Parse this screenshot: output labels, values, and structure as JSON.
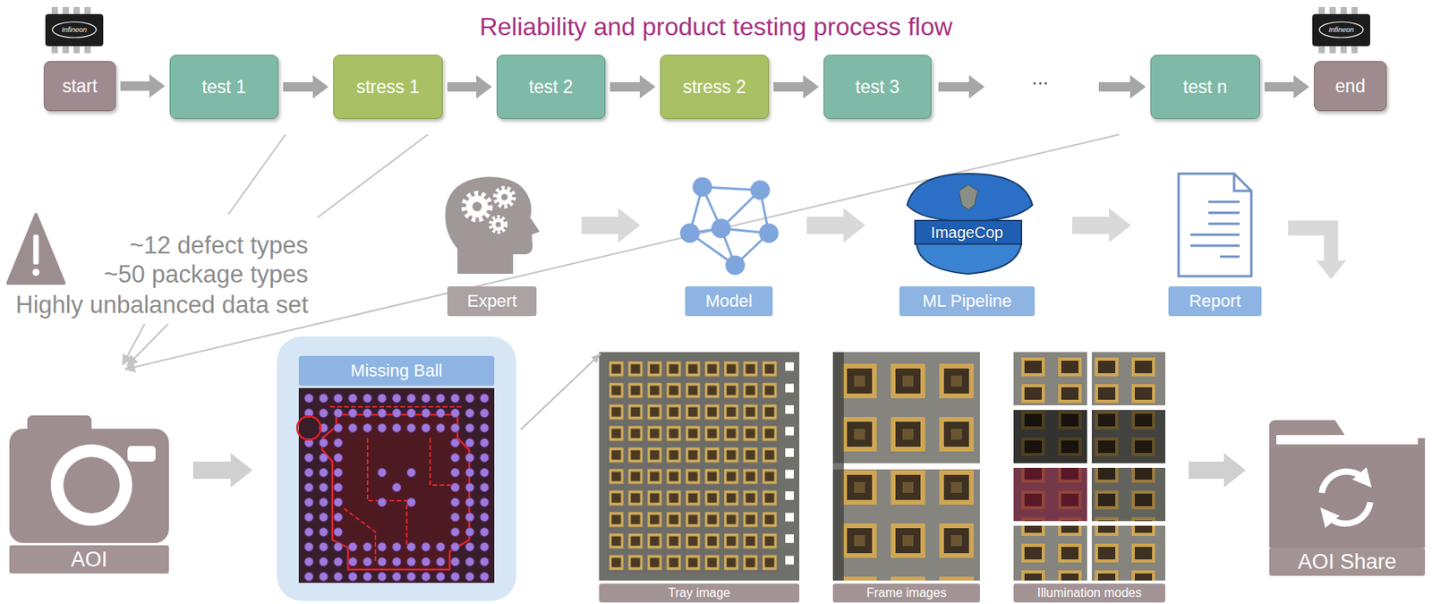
{
  "diagram": {
    "title": "Reliability and product testing process flow",
    "nodes": [
      {
        "text": [
          "start"
        ]
      },
      {
        "text": [
          "test 1"
        ]
      },
      {
        "text": [
          "stress 1"
        ]
      },
      {
        "text": [
          "test 2"
        ]
      },
      {
        "text": [
          "stress 2"
        ]
      },
      {
        "text": [
          "test 3"
        ]
      },
      {
        "text": [
          "test n"
        ]
      },
      {
        "text": [
          "end"
        ]
      },
      {
        "text": [
          "Expert"
        ]
      },
      {
        "text": [
          "Model"
        ]
      },
      {
        "text": [
          "ImageCop",
          "ML Pipeline"
        ]
      },
      {
        "text": [
          "Report"
        ]
      },
      {
        "text": [
          "AOI"
        ]
      },
      {
        "text": [
          "Missing Ball"
        ]
      },
      {
        "text": [
          "Tray image"
        ]
      },
      {
        "text": [
          "Frame images"
        ]
      },
      {
        "text": [
          "Illumination modes"
        ]
      },
      {
        "text": [
          "AOI Share"
        ]
      }
    ],
    "edges": [
      {
        "from": 0,
        "to": 1,
        "arrow": "to"
      },
      {
        "from": 1,
        "to": 2,
        "arrow": "to"
      },
      {
        "from": 2,
        "to": 3,
        "arrow": "to"
      },
      {
        "from": 3,
        "to": 4,
        "arrow": "to"
      },
      {
        "from": 4,
        "to": 5,
        "arrow": "to"
      },
      {
        "from": 6,
        "to": 7,
        "arrow": "to"
      },
      {
        "from": 8,
        "to": 9,
        "arrow": "to"
      },
      {
        "from": 9,
        "to": 10,
        "arrow": "to"
      },
      {
        "from": 10,
        "to": 11,
        "arrow": "to"
      },
      {
        "from": 12,
        "to": 13,
        "arrow": "to"
      },
      {
        "from": 13,
        "to": 14,
        "arrow": "to"
      },
      {
        "from": 16,
        "to": 17,
        "arrow": "to"
      }
    ],
    "labels": [
      "Infineon",
      "Infineon",
      "...",
      "~12 defect types",
      "~50 package types",
      "Highly unbalanced data set"
    ]
  }
}
